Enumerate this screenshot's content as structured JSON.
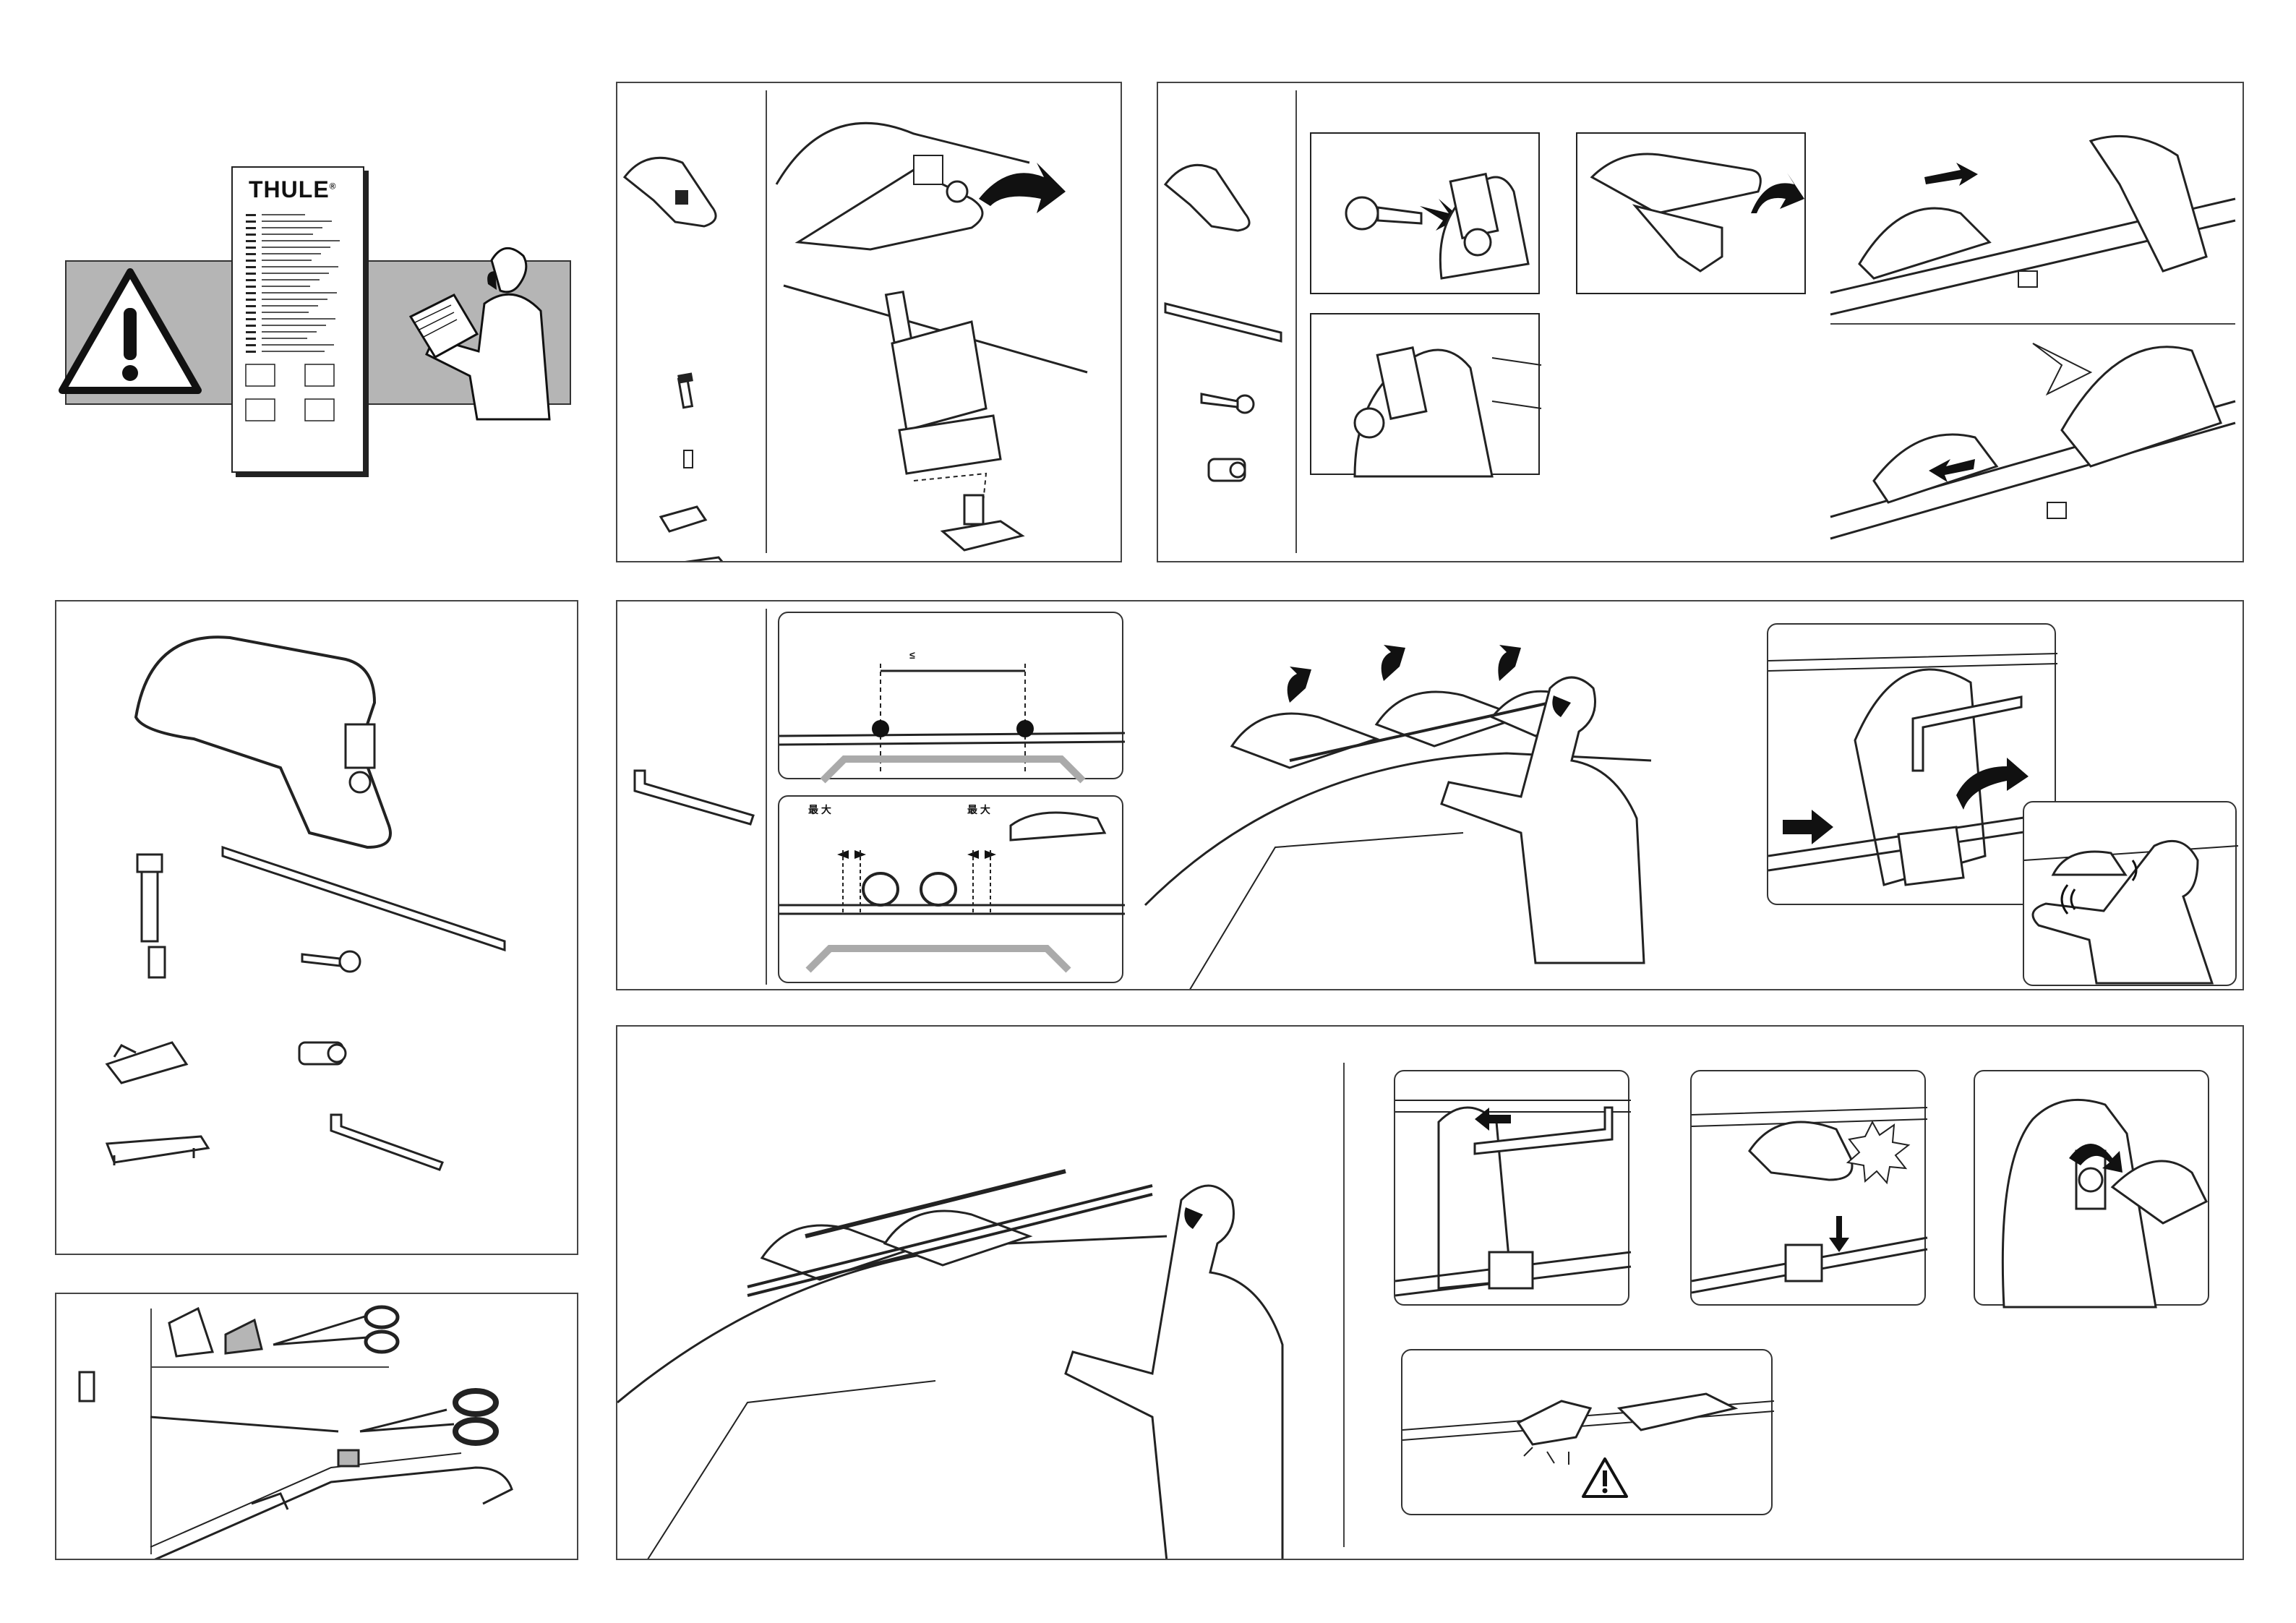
{
  "doc": {
    "brand": "THULE",
    "brand_mark": "®",
    "labels": {
      "distance_mark": "≤",
      "max_left": "最 大",
      "max_right": "最 大"
    }
  },
  "icons": {
    "warning": "warning-triangle-icon",
    "key": "key-icon",
    "lock_cylinder": "lock-cylinder-icon",
    "hex_key": "hex-key-icon",
    "scissors": "scissors-icon",
    "arrow": "arrow-icon"
  },
  "colors": {
    "band_gray": "#b5b5b5",
    "line": "#222222",
    "corner_black": "#111111"
  }
}
